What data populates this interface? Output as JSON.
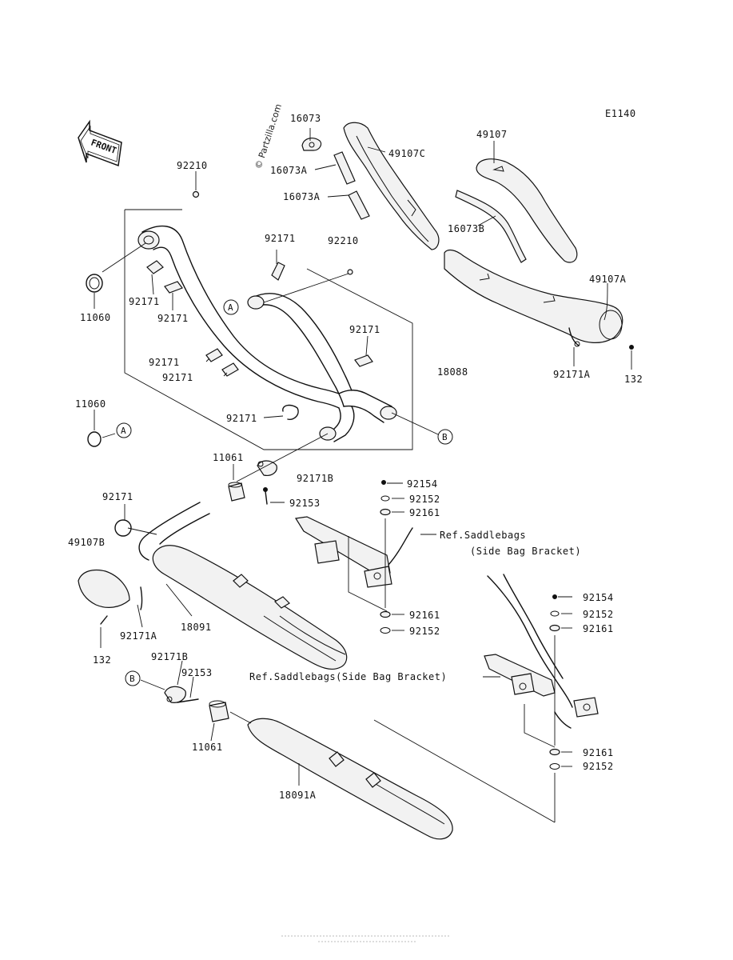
{
  "diagram_code": "E1140",
  "watermark": "© Partzilla.com",
  "front_indicator": "FRONT",
  "callouts": {
    "a": "A",
    "b": "B"
  },
  "labels": {
    "p16073": "16073",
    "p16073A_1": "16073A",
    "p16073A_2": "16073A",
    "p16073B": "16073B",
    "p49107C": "49107C",
    "p49107": "49107",
    "p49107A": "49107A",
    "p92171A_top": "92171A",
    "p132_top": "132",
    "p92210_left": "92210",
    "p92210_mid": "92210",
    "p92171_top": "92171",
    "p11060_top": "11060",
    "p92171_l1": "92171",
    "p92171_l2": "92171",
    "p92171_right": "92171",
    "p18088": "18088",
    "p92171_l3": "92171",
    "p92171_l4": "92171",
    "p11060_bot": "11060",
    "p92171_bot": "92171",
    "p11061_top": "11061",
    "p92171B_top": "92171B",
    "p92153_top": "92153",
    "p92154_a": "92154",
    "p92152_a": "92152",
    "p92161_a": "92161",
    "p92171_left": "92171",
    "p49107B": "49107B",
    "p92161_b": "92161",
    "p92152_b": "92152",
    "p18091": "18091",
    "p92171A_bot": "92171A",
    "p132_bot": "132",
    "p92154_c": "92154",
    "p92152_c": "92152",
    "p92161_c": "92161",
    "p92171B_bot": "92171B",
    "p92153_bot": "92153",
    "p11061_bot": "11061",
    "p92161_d": "92161",
    "p92152_d": "92152",
    "p18091A": "18091A"
  },
  "references": {
    "saddlebags_1_line1": "Ref.Saddlebags",
    "saddlebags_1_line2": "(Side Bag Bracket)",
    "saddlebags_2": "Ref.Saddlebags(Side Bag Bracket)"
  }
}
